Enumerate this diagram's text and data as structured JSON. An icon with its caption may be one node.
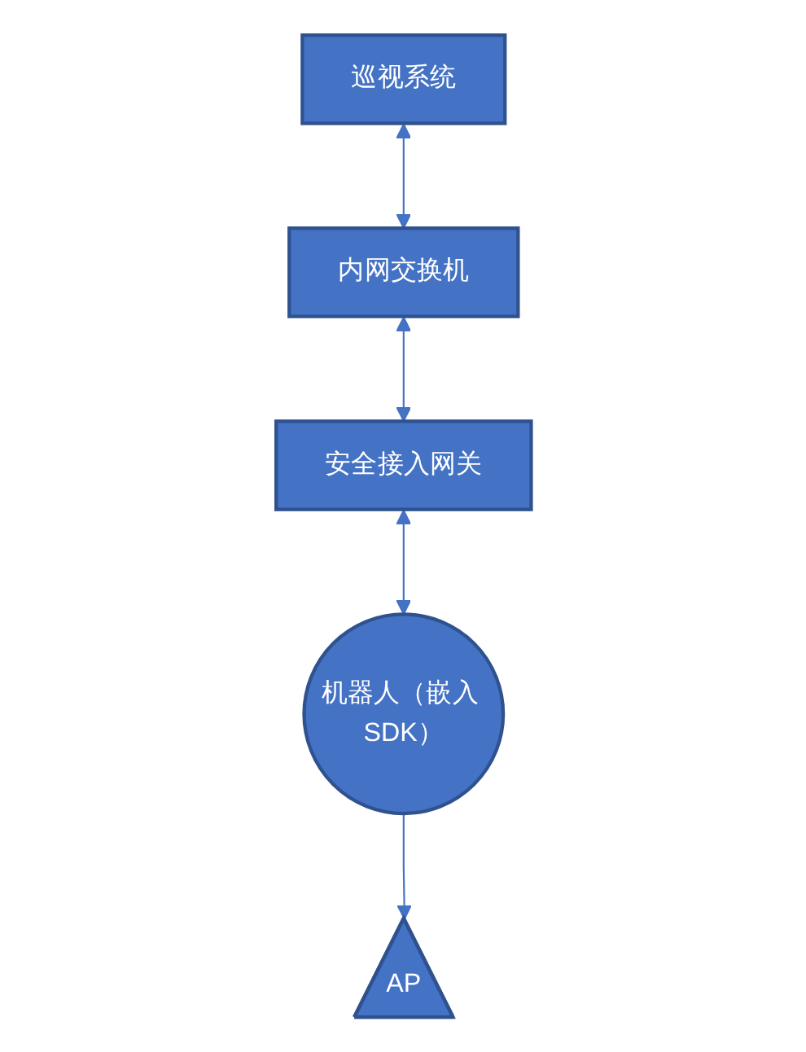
{
  "diagram": {
    "nodes": [
      {
        "text": [
          "巡视系统"
        ]
      },
      {
        "text": [
          "内网交换机"
        ]
      },
      {
        "text": [
          "安全接入网关"
        ]
      },
      {
        "text": [
          "机器人（嵌入 SDK）"
        ]
      },
      {
        "text": [
          "AP"
        ]
      }
    ],
    "edges": [
      {
        "from": 0,
        "to": 1,
        "arrow": "both"
      },
      {
        "from": 1,
        "to": 2,
        "arrow": "both"
      },
      {
        "from": 2,
        "to": 3,
        "arrow": "both"
      },
      {
        "from": 3,
        "to": 4,
        "arrow": "to"
      }
    ]
  }
}
